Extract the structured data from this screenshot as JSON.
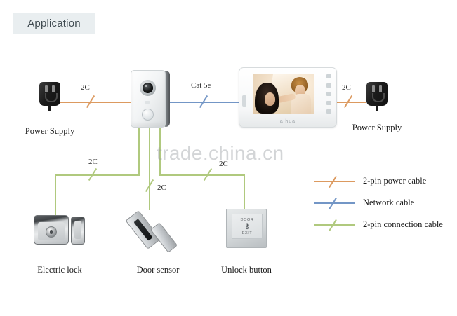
{
  "header": {
    "badge_label": "Application"
  },
  "watermark": {
    "text": "trade.china.cn"
  },
  "devices": {
    "power_supply_left": {
      "label": "Power  Supply",
      "icon": "power-adapter-icon"
    },
    "power_supply_right": {
      "label": "Power  Supply",
      "icon": "power-adapter-icon"
    },
    "outdoor_station": {
      "label": "",
      "icon": "video-doorbell-icon"
    },
    "indoor_monitor": {
      "label": "",
      "icon": "video-monitor-icon",
      "brand": "alhua"
    },
    "electric_lock": {
      "label": "Electric lock",
      "icon": "electric-lock-icon"
    },
    "door_sensor": {
      "label": "Door sensor",
      "icon": "magnetic-lock-icon"
    },
    "unlock_button": {
      "label": "Unlock button",
      "icon": "exit-button-icon",
      "face_top_text": "DOOR",
      "face_glyph": "⚷",
      "face_bottom_text": "EXIT"
    }
  },
  "cable_tags": {
    "power_left": "2C",
    "power_right": "2C",
    "network": "Cat 5e",
    "lock_branch": "2C",
    "sensor_branch": "2C",
    "button_branch": "2C"
  },
  "legend": {
    "items": [
      {
        "label": "2-pin power cable",
        "color": "#dc9a60",
        "style": "orange"
      },
      {
        "label": "Network cable",
        "color": "#7396c6",
        "style": "blue"
      },
      {
        "label": "2-pin connection cable",
        "color": "#b0c97e",
        "style": "green"
      }
    ]
  },
  "colors": {
    "power_cable": "#dc9a60",
    "network_cable": "#7396c6",
    "connection_cable": "#b0c97e",
    "badge_bg": "#e9eef0",
    "background": "#ffffff"
  }
}
